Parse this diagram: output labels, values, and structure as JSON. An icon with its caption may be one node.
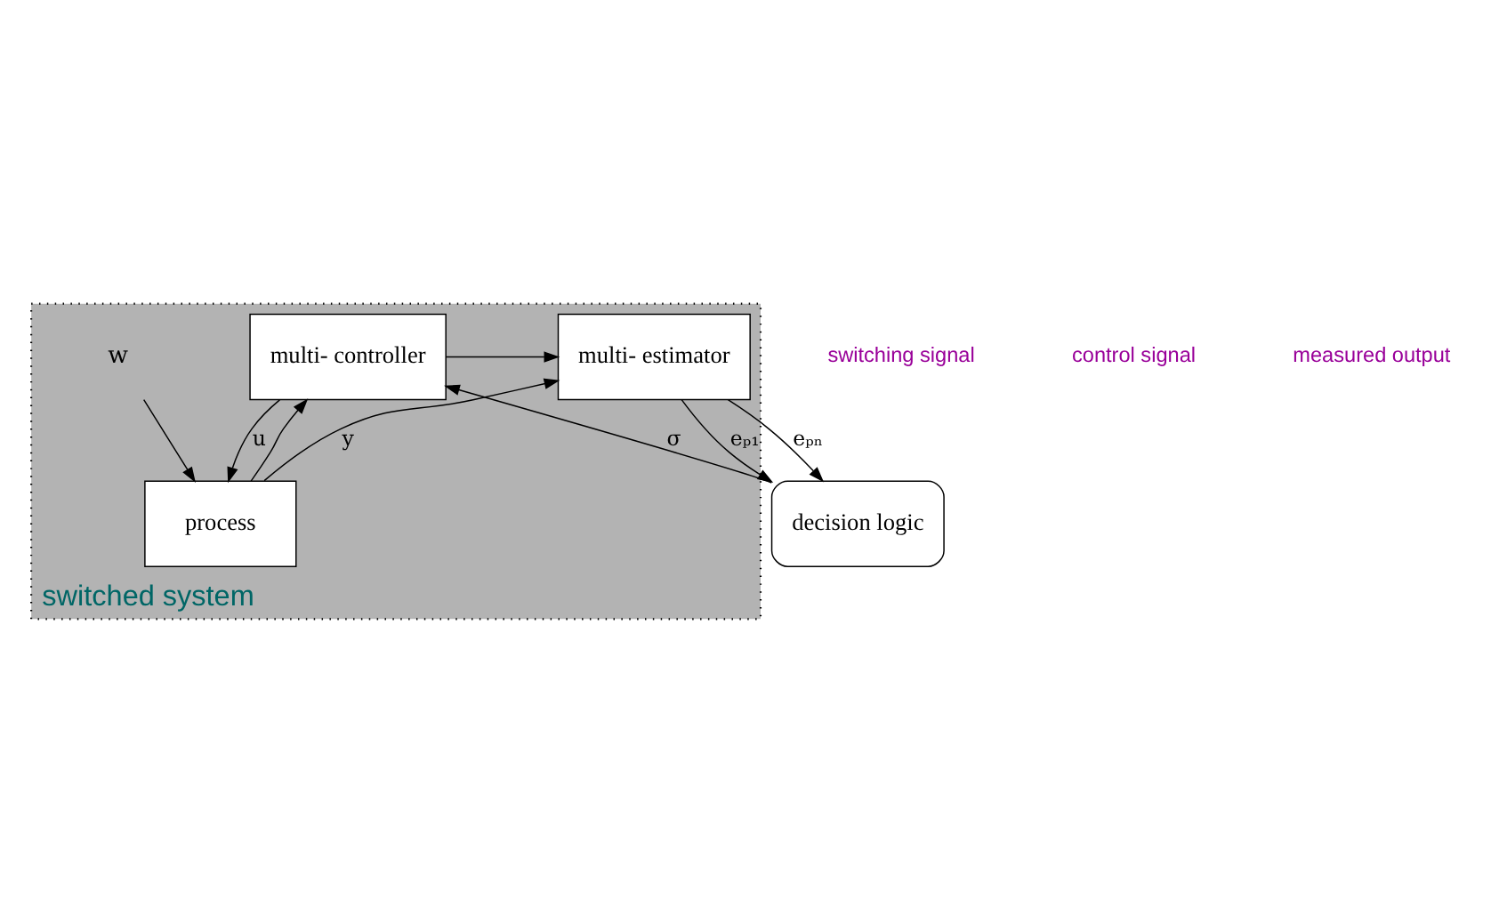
{
  "diagram": {
    "nodes": [
      {
        "text": [
          "switched system"
        ]
      },
      {
        "text": [
          "decision logic"
        ]
      },
      {
        "text": [
          "multi- estimator"
        ],
        "in": 0
      },
      {
        "text": [
          "multi- controller"
        ],
        "in": 0
      },
      {
        "text": [
          "process"
        ],
        "in": 0
      },
      {
        "text": [
          "w"
        ],
        "in": 0
      }
    ],
    "edges": [
      {
        "from": 2,
        "to": 1,
        "arrow": "to",
        "label": "eₚ₁"
      },
      {
        "from": 2,
        "to": 1,
        "arrow": "to",
        "label": "eₚₙ"
      },
      {
        "from": 1,
        "to": 3,
        "arrow": "to",
        "label": "σ"
      },
      {
        "from": 3,
        "to": 4,
        "arrow": "to",
        "label": "u"
      },
      {
        "from": 3,
        "to": 2,
        "arrow": "to"
      },
      {
        "from": 5,
        "to": 4,
        "arrow": "to"
      },
      {
        "from": 4,
        "to": 2,
        "arrow": "to",
        "label": "y"
      },
      {
        "from": 4,
        "to": 3,
        "arrow": "to"
      }
    ],
    "labels": [
      "switching signal",
      "control signal",
      "measured output"
    ]
  }
}
